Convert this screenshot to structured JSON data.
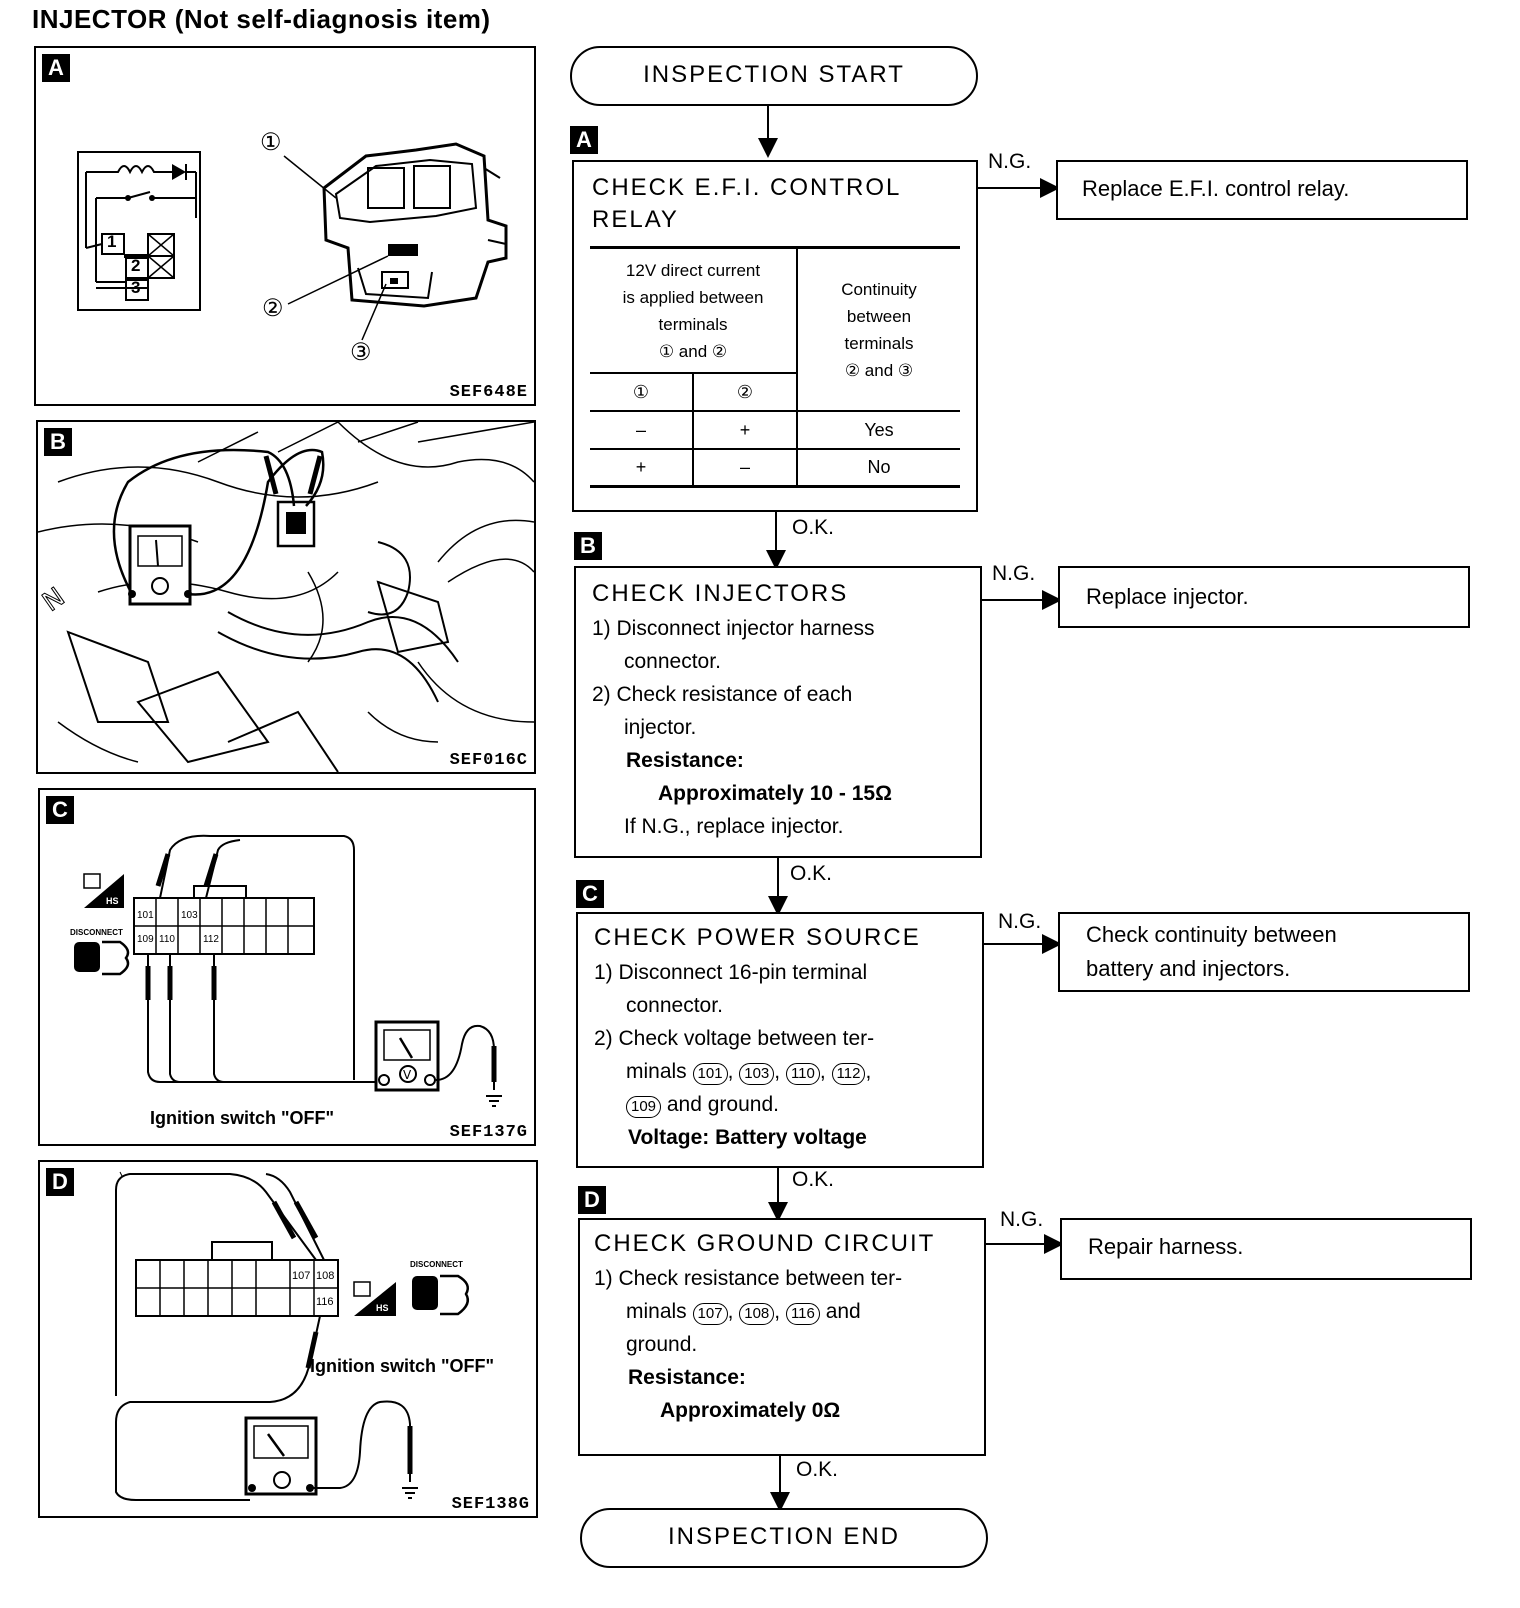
{
  "title": "INJECTOR  (Not self-diagnosis item)",
  "panels": {
    "a": {
      "tag": "A",
      "code": "SEF648E",
      "callouts": [
        "①",
        "②",
        "③"
      ],
      "terminals": [
        "1",
        "2",
        "3"
      ]
    },
    "b": {
      "tag": "B",
      "code": "SEF016C"
    },
    "c": {
      "tag": "C",
      "code": "SEF137G",
      "caption": "Ignition switch \"OFF\"",
      "pins": [
        "101",
        "103",
        "109",
        "110",
        "112"
      ],
      "disconnect": "DISCONNECT"
    },
    "d": {
      "tag": "D",
      "code": "SEF138G",
      "caption": "Ignition switch \"OFF\"",
      "pins": [
        "107",
        "108",
        "116"
      ],
      "disconnect": "DISCONNECT"
    }
  },
  "flow": {
    "start": "INSPECTION  START",
    "end": "INSPECTION  END",
    "ok": "O.K.",
    "ng": "N.G.",
    "steps": [
      {
        "tag": "A",
        "title_1": "CHECK  E.F.I.  CONTROL",
        "title_2": "RELAY",
        "table": {
          "head_left": [
            "12V direct current",
            "is applied between",
            "terminals",
            "① and ②"
          ],
          "head_right": [
            "Continuity",
            "between",
            "terminals",
            "② and ③"
          ],
          "col_1": "①",
          "col_2": "②",
          "rows": [
            {
              "c1": "–",
              "c2": "+",
              "result": "Yes"
            },
            {
              "c1": "+",
              "c2": "–",
              "result": "No"
            }
          ]
        },
        "ng_action": "Replace E.F.I. control relay."
      },
      {
        "tag": "B",
        "title": "CHECK  INJECTORS",
        "lines": [
          "1) Disconnect injector harness",
          "connector.",
          "2) Check resistance of each",
          "injector.",
          "Resistance:",
          "Approximately 10 - 15Ω",
          "If N.G., replace injector."
        ],
        "ng_action": "Replace injector."
      },
      {
        "tag": "C",
        "title": "CHECK  POWER  SOURCE",
        "lines": [
          "1) Disconnect 16-pin terminal",
          "connector.",
          "2) Check voltage between ter-",
          "minals",
          "and ground.",
          "Voltage:  Battery voltage"
        ],
        "pins": [
          "101",
          "103",
          "110",
          "112",
          "109"
        ],
        "ng_action_1": "Check continuity between",
        "ng_action_2": "battery and injectors."
      },
      {
        "tag": "D",
        "title": "CHECK  GROUND  CIRCUIT",
        "lines": [
          "1) Check resistance between ter-",
          "minals",
          "and",
          "ground.",
          "Resistance:",
          "Approximately 0Ω"
        ],
        "pins": [
          "107",
          "108",
          "116"
        ],
        "ng_action": "Repair harness."
      }
    ]
  },
  "colors": {
    "ink": "#000000",
    "paper": "#ffffff"
  }
}
